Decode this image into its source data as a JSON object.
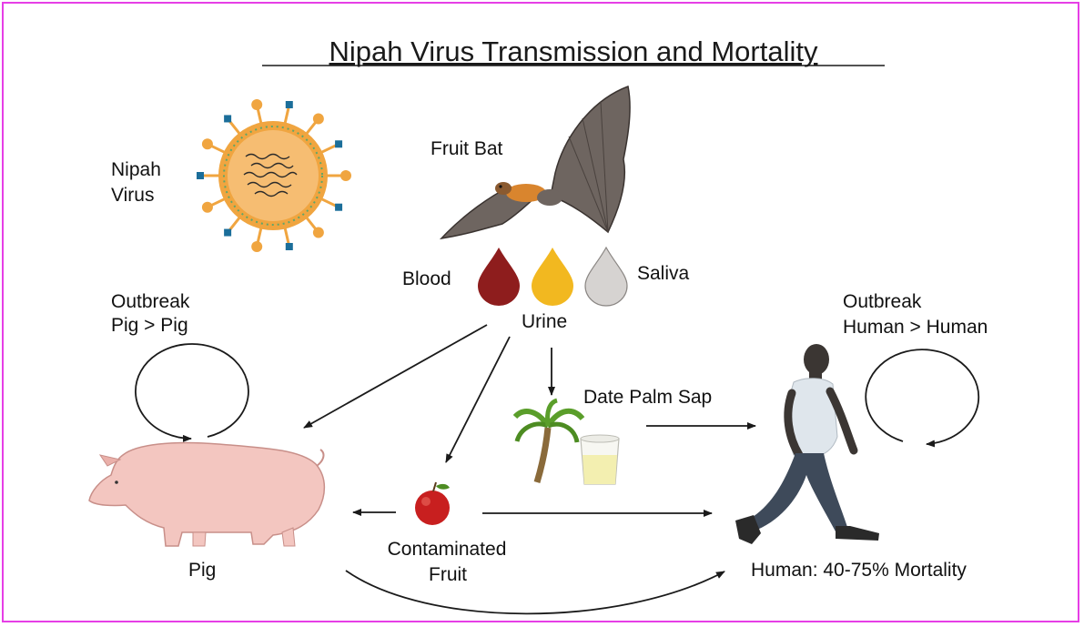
{
  "title": "Nipah Virus Transmission and Mortality",
  "labels": {
    "virus_line1": "Nipah",
    "virus_line2": "Virus",
    "bat": "Fruit Bat",
    "blood": "Blood",
    "saliva": "Saliva",
    "urine": "Urine",
    "pig_outbreak_line1": "Outbreak",
    "pig_outbreak_line2": "Pig > Pig",
    "human_outbreak_line1": "Outbreak",
    "human_outbreak_line2": "Human > Human",
    "date_palm_sap": "Date Palm Sap",
    "pig": "Pig",
    "fruit_line1": "Contaminated",
    "fruit_line2": "Fruit",
    "human": "Human: 40-75% Mortality"
  },
  "colors": {
    "border": "#e63ee6",
    "blood_drop": "#8e1d1d",
    "urine_drop": "#f2b820",
    "saliva_drop": "#d6d3d1",
    "virus_shell": "#f0a540",
    "virus_spike": "#1b6e9a",
    "pig": "#f3c6c0",
    "human_shirt": "#dfe6ec",
    "human_skin": "#3b3633",
    "human_pants": "#3e4a5a",
    "apple": "#c81f1f",
    "palm_leaf": "#5a9e2a",
    "sap": "#f3efb0"
  }
}
